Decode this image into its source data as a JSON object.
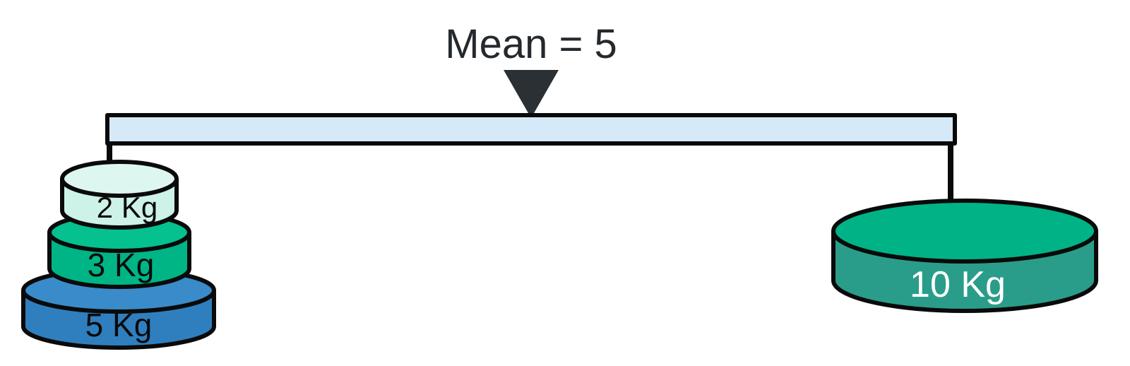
{
  "title": {
    "text": "Mean = 5"
  },
  "fulcrum": {
    "icon": "triangle-down-icon",
    "color": "#2b3035"
  },
  "beam": {
    "fill": "#d6e9f8",
    "stroke": "#0a0a0a"
  },
  "left_stack": {
    "weights": [
      {
        "label": "2 Kg",
        "value": 2,
        "unit": "Kg",
        "body_color": "#cdf2e8",
        "top_color": "#ddf7f0",
        "text_color": "#0a0a0a"
      },
      {
        "label": "3 Kg",
        "value": 3,
        "unit": "Kg",
        "body_color": "#00b585",
        "top_color": "#04c18f",
        "text_color": "#0a0a0a"
      },
      {
        "label": "5 Kg",
        "value": 5,
        "unit": "Kg",
        "body_color": "#2f7fbf",
        "top_color": "#3a8bc9",
        "text_color": "#0a0a0a"
      }
    ]
  },
  "right_stack": {
    "weights": [
      {
        "label": "10 Kg",
        "value": 10,
        "unit": "Kg",
        "body_color": "#2a9d8a",
        "top_color": "#00b386",
        "text_color": "#ffffff"
      }
    ]
  },
  "chart_data": {
    "type": "diagram",
    "title": "Mean = 5",
    "concept": "balance-scale-mean",
    "mean": 5,
    "left_values": [
      2,
      3,
      5
    ],
    "right_values": [
      10
    ],
    "left_total": 10,
    "right_total": 10,
    "unit": "Kg",
    "balanced": true
  }
}
